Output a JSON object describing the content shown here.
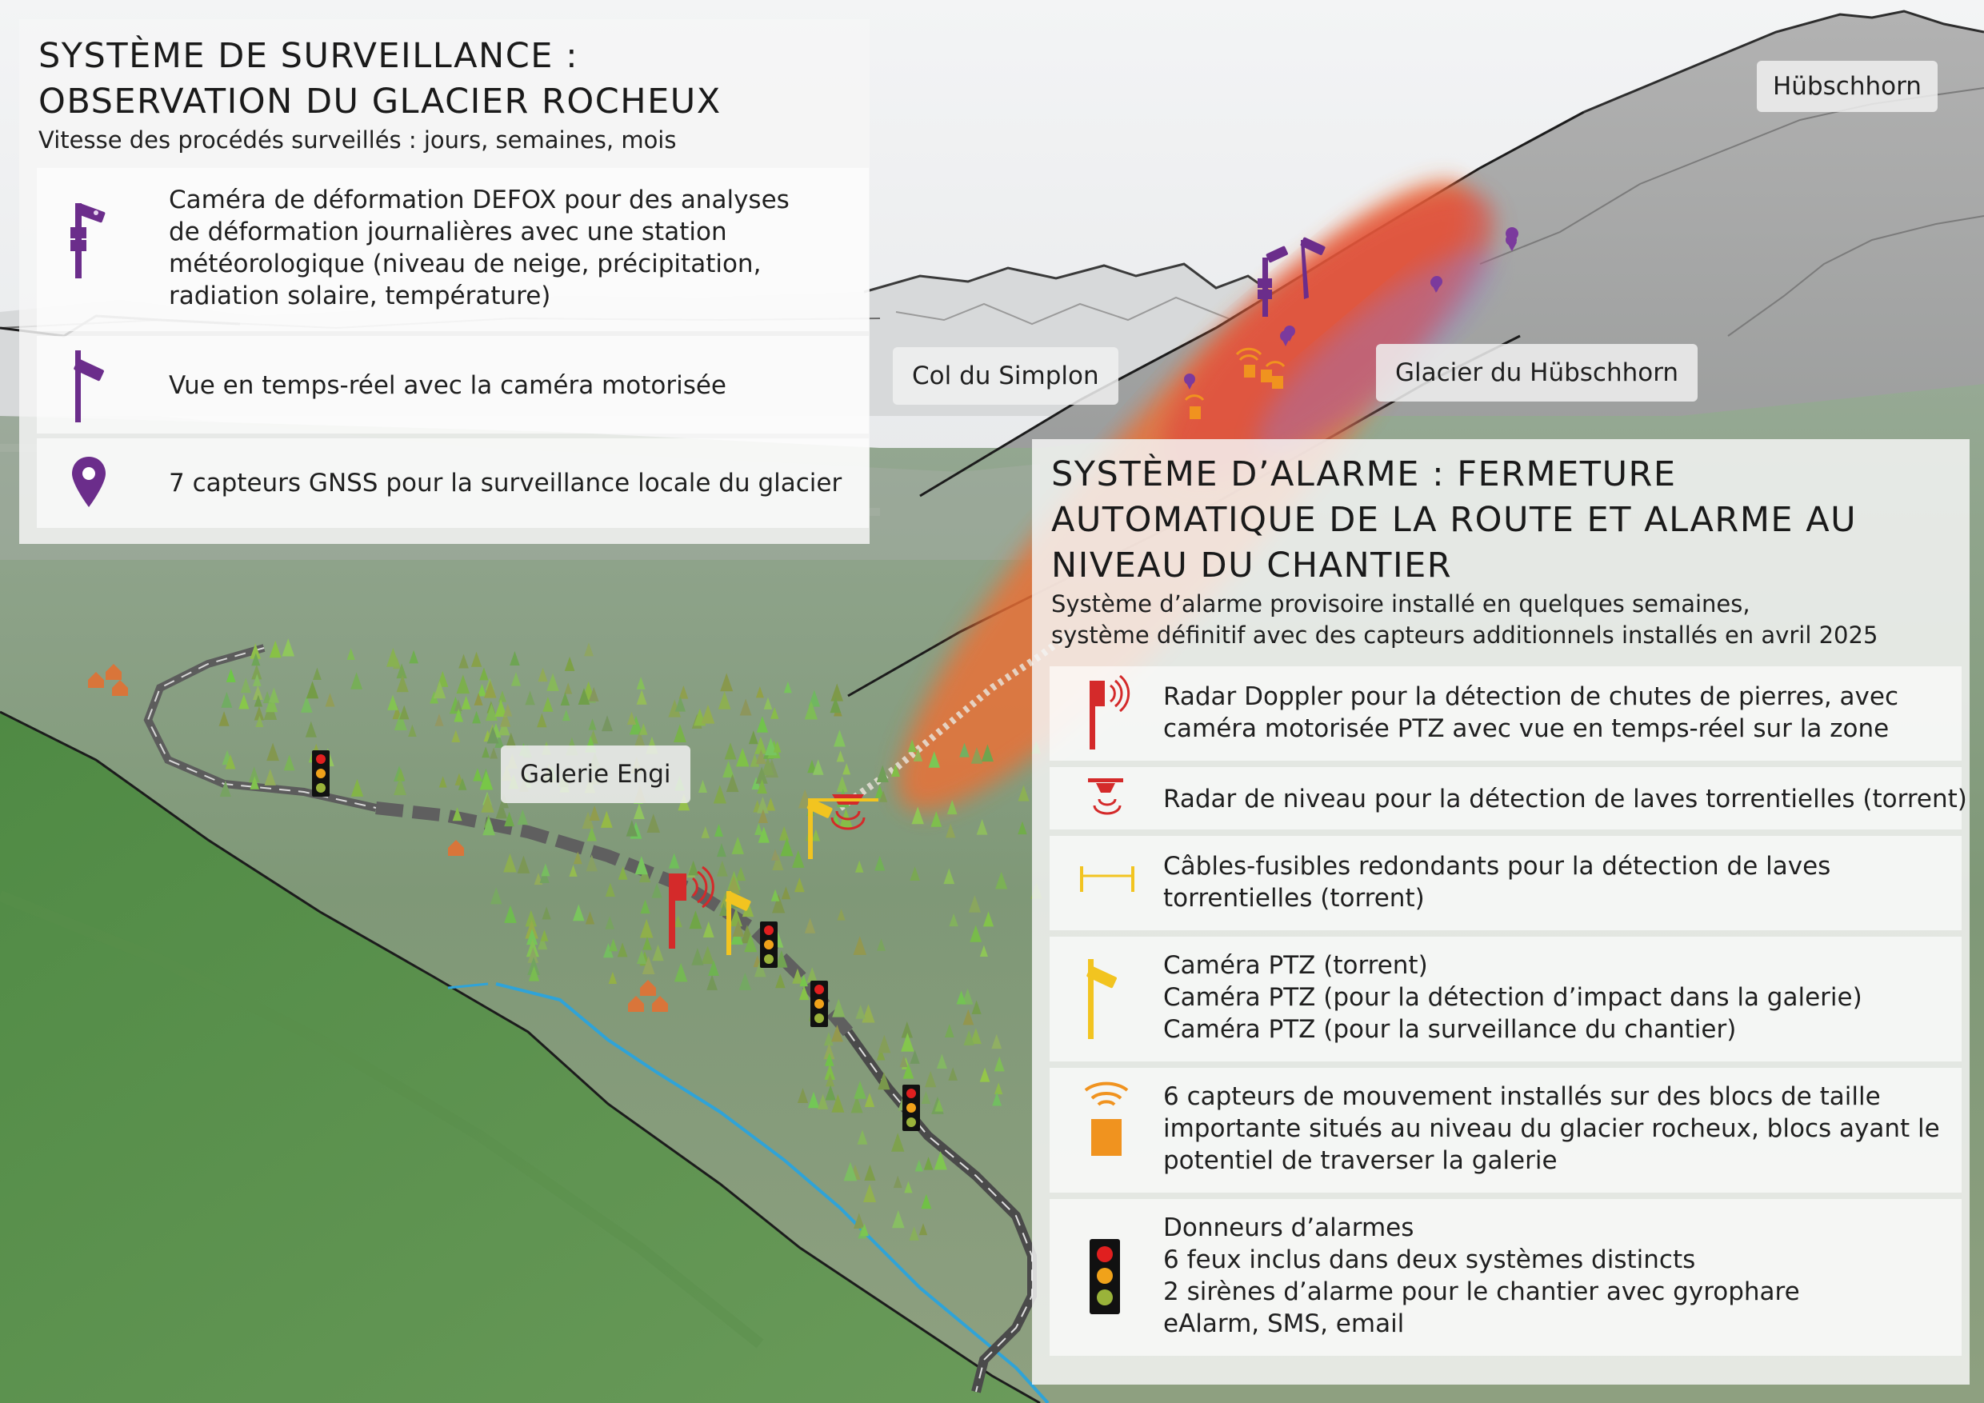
{
  "map_labels": {
    "hubschhorn": "Hübschhorn",
    "col_du_simplon": "Col du Simplon",
    "glacier_hubschhorn": "Glacier du Hübschhorn",
    "galerie_engi": "Galerie Engi"
  },
  "surveillance": {
    "title_line1": "SYSTÈME DE SURVEILLANCE :",
    "title_line2": "OBSERVATION DU GLACIER ROCHEUX",
    "subtitle": "Vitesse des procédés surveillés : jours, semaines, mois",
    "items": [
      {
        "icon": "defox-camera-station-icon",
        "lines": [
          "Caméra de déformation DEFOX pour des analyses",
          "de déformation journalières avec une station",
          "météorologique (niveau de neige, précipitation,",
          "radiation solaire, température)"
        ]
      },
      {
        "icon": "motorized-camera-icon",
        "lines": [
          "Vue en temps-réel avec la caméra motorisée"
        ]
      },
      {
        "icon": "gnss-pin-icon",
        "lines": [
          "7 capteurs GNSS pour la surveillance locale du glacier"
        ]
      }
    ]
  },
  "alarm": {
    "title_line1": "SYSTÈME D’ALARME : FERMETURE",
    "title_line2": "AUTOMATIQUE DE LA ROUTE ET ALARME AU",
    "title_line3": "NIVEAU DU CHANTIER",
    "subtitle_line1": "Système d’alarme provisoire installé en quelques semaines,",
    "subtitle_line2": "système définitif avec des capteurs additionnels installés en avril 2025",
    "items": [
      {
        "icon": "doppler-radar-icon",
        "lines": [
          "Radar Doppler pour la détection de chutes de pierres, avec",
          "caméra motorisée PTZ avec vue en temps-réel sur la zone"
        ]
      },
      {
        "icon": "level-radar-icon",
        "lines": [
          "Radar de niveau pour la détection de laves torrentielles (torrent)"
        ]
      },
      {
        "icon": "fuse-cable-icon",
        "lines": [
          "Câbles-fusibles redondants pour la détection de laves",
          "torrentielles (torrent)"
        ]
      },
      {
        "icon": "ptz-camera-icon",
        "lines": [
          "Caméra PTZ (torrent)",
          "Caméra PTZ (pour la détection d’impact dans la galerie)",
          "Caméra PTZ (pour la surveillance du chantier)"
        ]
      },
      {
        "icon": "motion-sensor-icon",
        "lines": [
          "6 capteurs de mouvement installés sur des blocs de taille",
          "importante situés au niveau du glacier rocheux, blocs ayant le",
          "potentiel de traverser la galerie"
        ]
      },
      {
        "icon": "traffic-light-icon",
        "lines": [
          "Donneurs d’alarmes",
          "6 feux inclus dans deux systèmes distincts",
          "2 sirènes d’alarme pour le chantier avec gyrophare",
          "eAlarm, SMS, email"
        ]
      }
    ]
  },
  "colors": {
    "surveillance_purple": "#6b2d8b",
    "radar_red": "#d42a2a",
    "cable_yellow": "#f2c420",
    "sensor_orange": "#f0931f",
    "hazard_red": "#e0553c",
    "hazard_orange": "#ef7a36",
    "river_blue": "#2fa3d8",
    "road_grey": "#555555",
    "house_orange": "#d9753a"
  }
}
